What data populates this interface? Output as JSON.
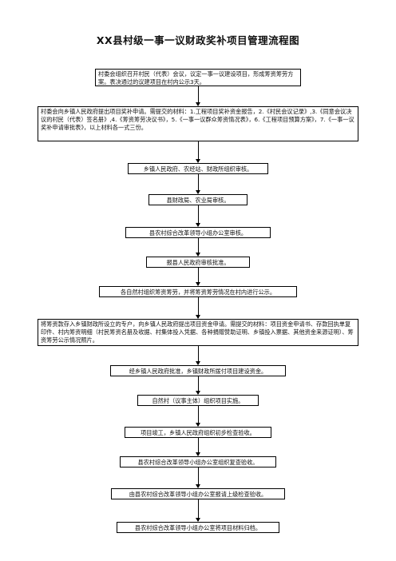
{
  "document": {
    "title": "XX县村级一事一议财政奖补项目管理流程图"
  },
  "steps": [
    "村委会组织召开村民（代表）会议，议定一事一议建设项目，形成筹资筹劳方案。表决通过的议建项目在村内公示3天。",
    "村委会向乡镇人民政府提出项目奖补申请。需提交的材料：1.工程项目奖补资金报告，2.《村民会议记录》,3.《同意会议决议的村民（代表）签名册》,4.《筹资筹劳决议书》，5.《一事一议群众筹资情况表》，6.《工程项目预算方案》，7.《一事一议奖补申请审批表》，以上材料各一式三份。",
    "乡镇人民政府、农经站、财政所组织审核。",
    "县财政局、农业局审核。",
    "县农村综合改革领导小组办公室审核。",
    "报县人民政府审核批准。",
    "各自然村组织筹资筹劳，并将筹资筹劳情况在村内进行公示。",
    "将筹资款存入乡镇财政所设立的专户，向乡镇人民政府提出项目资金申请。需提交的材料：项目资金申请书、存款回执单复印件、村内筹资明细（村民筹资名册及收据、村集体投入凭据、各种捐赠赞助证明、乡镇投入票据、其他资金来源证明）、筹资筹劳公示情况照片。",
    "经乡镇人民政府批准，乡镇财政所拨付项目建设资金。",
    "自然村（议事主体）组织项目实施。",
    "项目竣工，乡镇人民政府组织初步检查验收。",
    "县农村综合改革领导小组办公室组织复查验收。",
    "由县农村综合改革领导小组办公室报请上级检查验收。",
    "县农村综合改革领导小组办公室将项目材料归档。"
  ]
}
